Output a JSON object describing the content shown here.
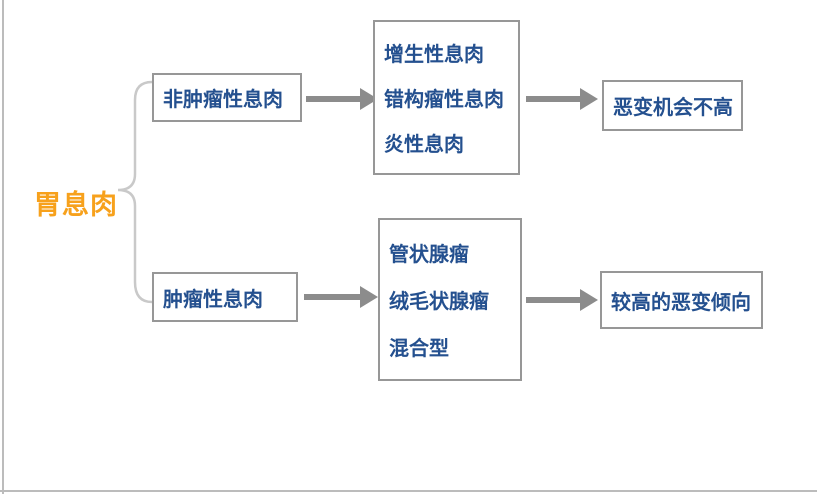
{
  "diagram": {
    "root": {
      "label": "胃息肉"
    },
    "branches": [
      {
        "category": {
          "label": "非肿瘤性息肉"
        },
        "subtypes": {
          "items": [
            "增生性息肉",
            "错构瘤性息肉",
            "炎性息肉"
          ]
        },
        "outcome": {
          "label": "恶变机会不高"
        }
      },
      {
        "category": {
          "label": "肿瘤性息肉"
        },
        "subtypes": {
          "items": [
            "管状腺瘤",
            "绒毛状腺瘤",
            "混合型"
          ]
        },
        "outcome": {
          "label": "较高的恶变倾向"
        }
      }
    ],
    "colors": {
      "root_text": "#F7A11C",
      "node_text": "#24508F",
      "box_border": "#979797",
      "arrow": "#8C8C8C",
      "brace": "#C9C9C9",
      "frame_line": "#BCBCBC"
    }
  }
}
